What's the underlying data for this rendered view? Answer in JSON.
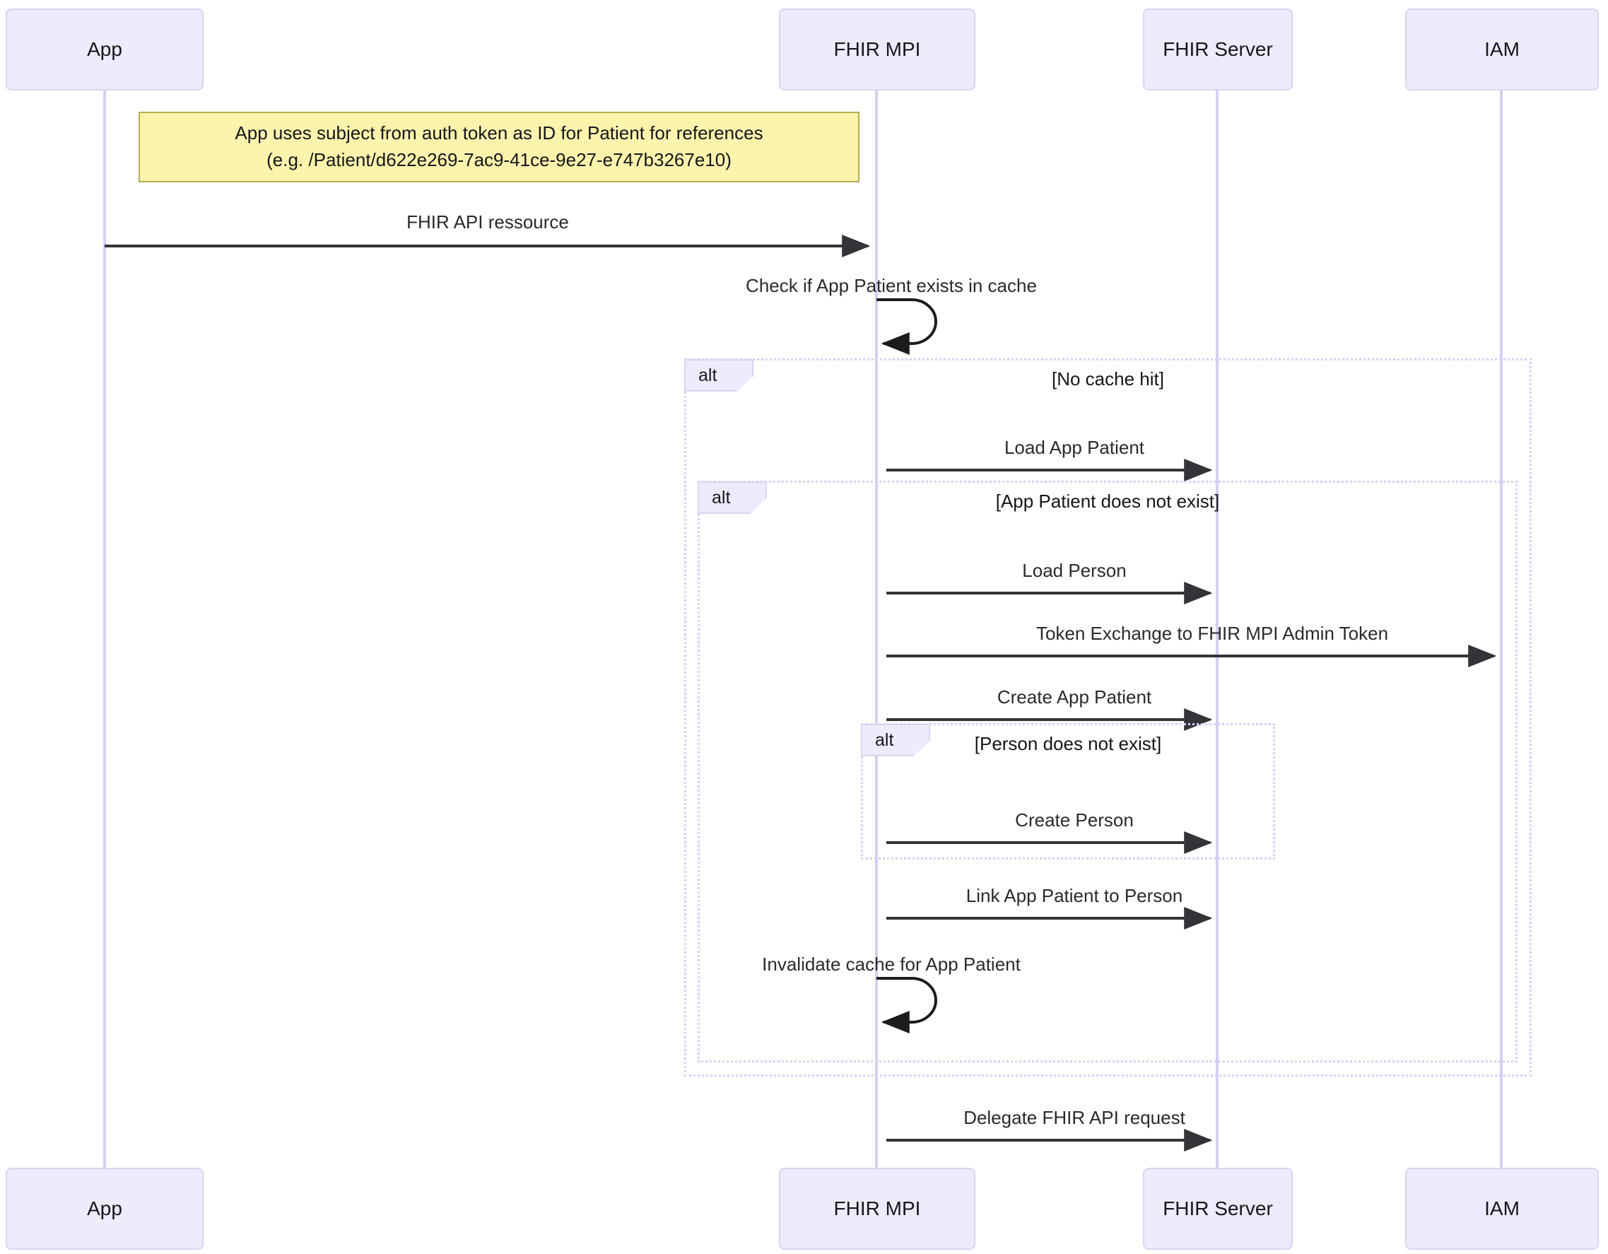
{
  "diagram": {
    "type": "sequence-diagram",
    "title": "FHIR MPI App Patient resolution",
    "colors": {
      "actor_fill": "#ececfd",
      "actor_border": "#d8d5f2",
      "lifeline": "#d5cff0",
      "note_fill": "#fcf4ad",
      "note_border": "#b6ae4f",
      "frame_border": "#d5d0f5",
      "arrow": "#333338",
      "text": "#16161a"
    }
  },
  "participants": [
    {
      "id": "app",
      "label": "App"
    },
    {
      "id": "mpi",
      "label": "FHIR MPI"
    },
    {
      "id": "server",
      "label": "FHIR Server"
    },
    {
      "id": "iam",
      "label": "IAM"
    }
  ],
  "footer_participants": [
    {
      "id": "app",
      "label": "App"
    },
    {
      "id": "mpi",
      "label": "FHIR MPI"
    },
    {
      "id": "server",
      "label": "FHIR Server"
    },
    {
      "id": "iam",
      "label": "IAM"
    }
  ],
  "note": {
    "text": "App uses subject from auth token as ID for Patient for references\n(e.g. /Patient/d622e269-7ac9-41ce-9e27-e747b3267e10)"
  },
  "fragments": [
    {
      "id": "alt-outer",
      "keyword": "alt",
      "condition": "[No cache hit]"
    },
    {
      "id": "alt-middle",
      "keyword": "alt",
      "condition": "[App Patient does not exist]"
    },
    {
      "id": "alt-inner",
      "keyword": "alt",
      "condition": "[Person does not exist]"
    }
  ],
  "messages": [
    {
      "id": "m1",
      "from": "app",
      "to": "mpi",
      "label": "FHIR API ressource",
      "kind": "call"
    },
    {
      "id": "m2",
      "from": "mpi",
      "to": "mpi",
      "label": "Check if App Patient exists in cache",
      "kind": "self"
    },
    {
      "id": "m3",
      "from": "mpi",
      "to": "server",
      "label": "Load App Patient",
      "kind": "call"
    },
    {
      "id": "m4",
      "from": "mpi",
      "to": "server",
      "label": "Load Person",
      "kind": "call"
    },
    {
      "id": "m5",
      "from": "mpi",
      "to": "iam",
      "label": "Token Exchange to FHIR MPI Admin Token",
      "kind": "call"
    },
    {
      "id": "m6",
      "from": "mpi",
      "to": "server",
      "label": "Create App Patient",
      "kind": "call"
    },
    {
      "id": "m7",
      "from": "mpi",
      "to": "server",
      "label": "Create Person",
      "kind": "call"
    },
    {
      "id": "m8",
      "from": "mpi",
      "to": "server",
      "label": "Link App Patient to Person",
      "kind": "call"
    },
    {
      "id": "m9",
      "from": "mpi",
      "to": "mpi",
      "label": "Invalidate cache for App Patient",
      "kind": "self"
    },
    {
      "id": "m10",
      "from": "mpi",
      "to": "server",
      "label": "Delegate FHIR API request",
      "kind": "call"
    }
  ]
}
